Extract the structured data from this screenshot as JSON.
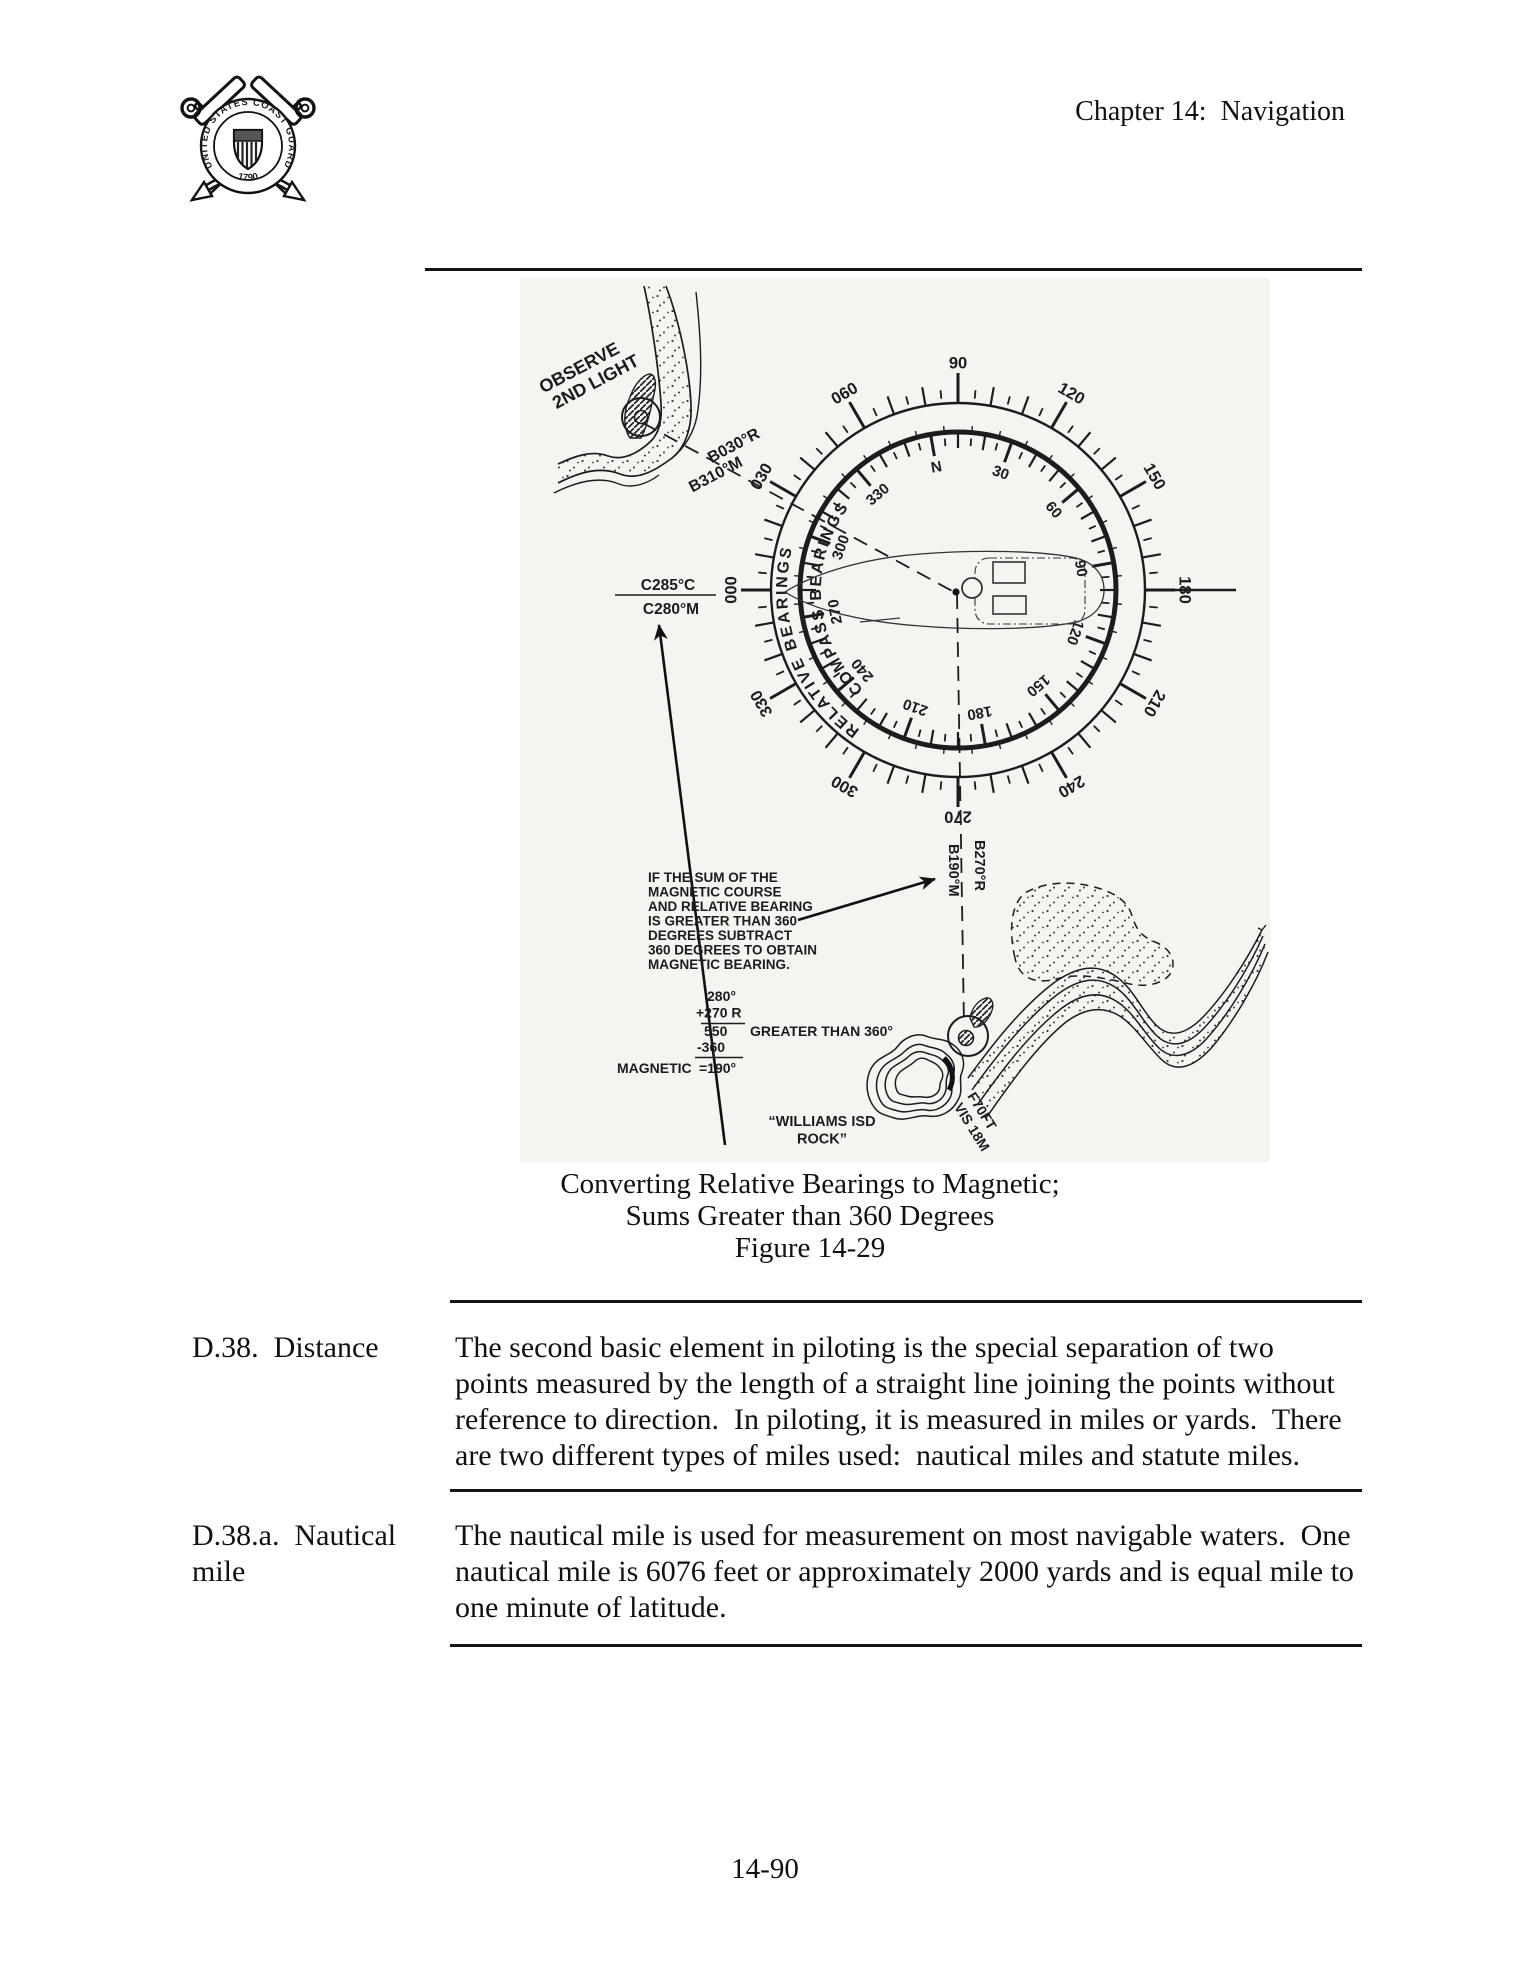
{
  "page": {
    "header_right": "Chapter 14:  Navigation",
    "page_number": "14-90"
  },
  "colors": {
    "ink": "#1a1a1a",
    "paper": "#ffffff",
    "scan_tint": "#f4f4f0"
  },
  "logo": {
    "ring_text": "UNITED STATES COAST GUARD",
    "year": "1790"
  },
  "figure": {
    "caption": [
      "Converting Relative Bearings to Magnetic;",
      "Sums Greater than 360 Degrees",
      "Figure 14-29"
    ],
    "compass": {
      "outer_ring_title": "RELATIVE BEARINGS",
      "inner_ring_title": "COMPASS BEARINGS",
      "outer_labels": [
        "000",
        "030",
        "060",
        "90",
        "120",
        "150",
        "180",
        "210",
        "240",
        "270",
        "300",
        "330"
      ],
      "inner_labels": [
        "N",
        "30",
        "60",
        "90",
        "120",
        "150",
        "180",
        "210",
        "240",
        "270",
        "300",
        "330"
      ]
    },
    "labels": {
      "observe1": "OBSERVE",
      "observe2": "2ND LIGHT",
      "bearing1a": "B030°R",
      "bearing1b": "B310°M",
      "course1": "C285°C",
      "course2": "C280°M",
      "bearing2a": "B270°R",
      "bearing2b": "B190°M",
      "note": [
        "IF THE SUM OF THE",
        "MAGNETIC COURSE",
        "AND RELATIVE BEARING",
        "IS GREATER THAN 360",
        "DEGREES SUBTRACT",
        "360 DEGREES TO OBTAIN",
        "MAGNETIC BEARING."
      ],
      "math1": "280°",
      "math2": "+270 R",
      "math3": "550",
      "math3note": "GREATER THAN 360°",
      "math4": "-360",
      "math5": "MAGNETIC",
      "math5b": "=190°",
      "rock1": "“WILLIAMS ISD",
      "rock2": "ROCK”",
      "light1": "F70FT",
      "light2": "VIS 18M"
    }
  },
  "sections": [
    {
      "heading": "D.38.  Distance",
      "lines": [
        "The second basic element in piloting is the special separation of two",
        "points measured by the length of a straight line joining the points without",
        "reference to direction.  In piloting, it is measured in miles or yards.  There",
        "are two different types of miles used:  nautical miles and statute miles."
      ]
    },
    {
      "heading": "D.38.a.  Nautical",
      "heading2": "mile",
      "lines": [
        "The nautical mile is used for measurement on most navigable waters.  One",
        "nautical mile is 6076 feet or approximately 2000 yards and is equal mile to",
        "one minute of latitude."
      ]
    }
  ]
}
